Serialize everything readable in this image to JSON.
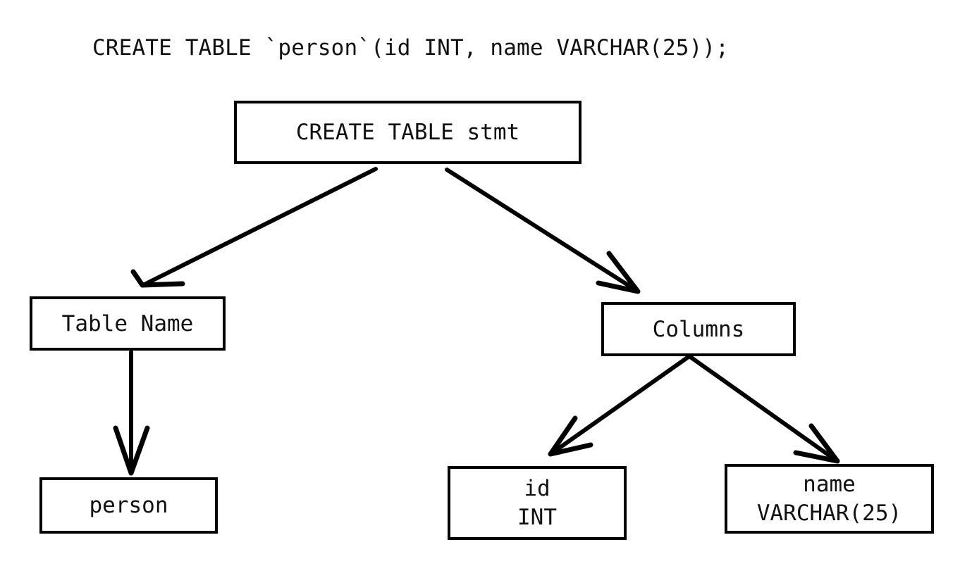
{
  "diagram": {
    "type": "parse-tree",
    "title": "CREATE TABLE `person`(id INT, name VARCHAR(25));",
    "background_color": "#ffffff",
    "stroke_color": "#000000",
    "text_color": "#111111",
    "nodes": [
      {
        "id": "root",
        "label": "CREATE TABLE stmt",
        "lines": [
          "CREATE TABLE stmt"
        ]
      },
      {
        "id": "tablename",
        "label": "Table Name",
        "lines": [
          "Table Name"
        ]
      },
      {
        "id": "columns",
        "label": "Columns",
        "lines": [
          "Columns"
        ]
      },
      {
        "id": "person",
        "label": "person",
        "lines": [
          "person"
        ]
      },
      {
        "id": "id",
        "label": "id INT",
        "lines": [
          "id",
          "INT"
        ]
      },
      {
        "id": "name",
        "label": "name VARCHAR(25)",
        "lines": [
          "name",
          "VARCHAR(25)"
        ]
      }
    ],
    "edges": [
      {
        "from": "root",
        "to": "tablename",
        "arrow": "open-v"
      },
      {
        "from": "root",
        "to": "columns",
        "arrow": "open-v"
      },
      {
        "from": "tablename",
        "to": "person",
        "arrow": "open-v"
      },
      {
        "from": "columns",
        "to": "id",
        "arrow": "open-v"
      },
      {
        "from": "columns",
        "to": "name",
        "arrow": "open-v"
      }
    ]
  }
}
